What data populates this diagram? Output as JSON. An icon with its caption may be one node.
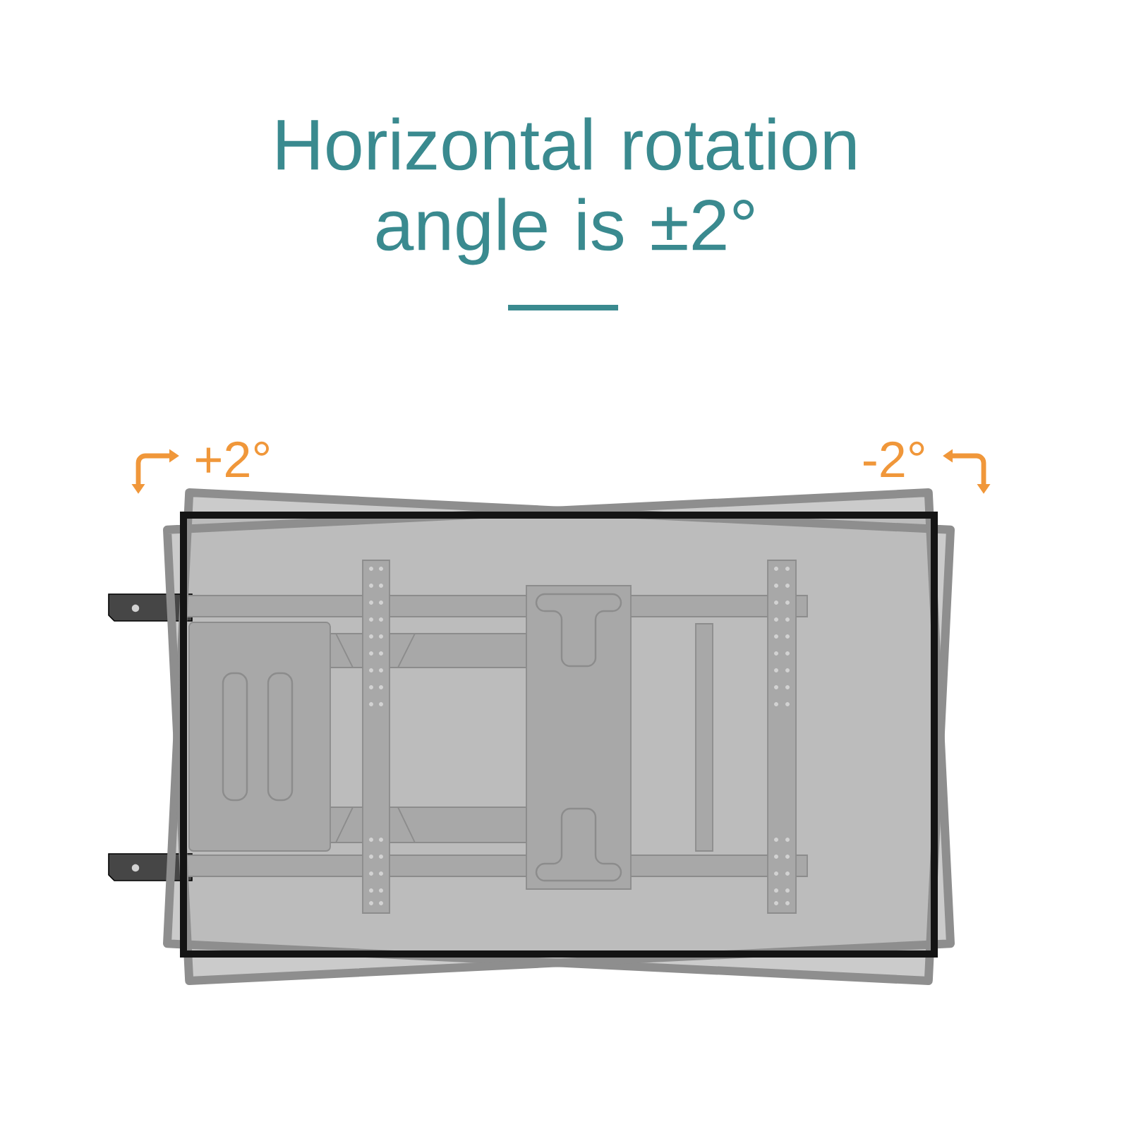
{
  "diagram": {
    "title": "Horizontal rotation angle is ±2°",
    "labels": [
      "+2°",
      "-2°"
    ]
  }
}
